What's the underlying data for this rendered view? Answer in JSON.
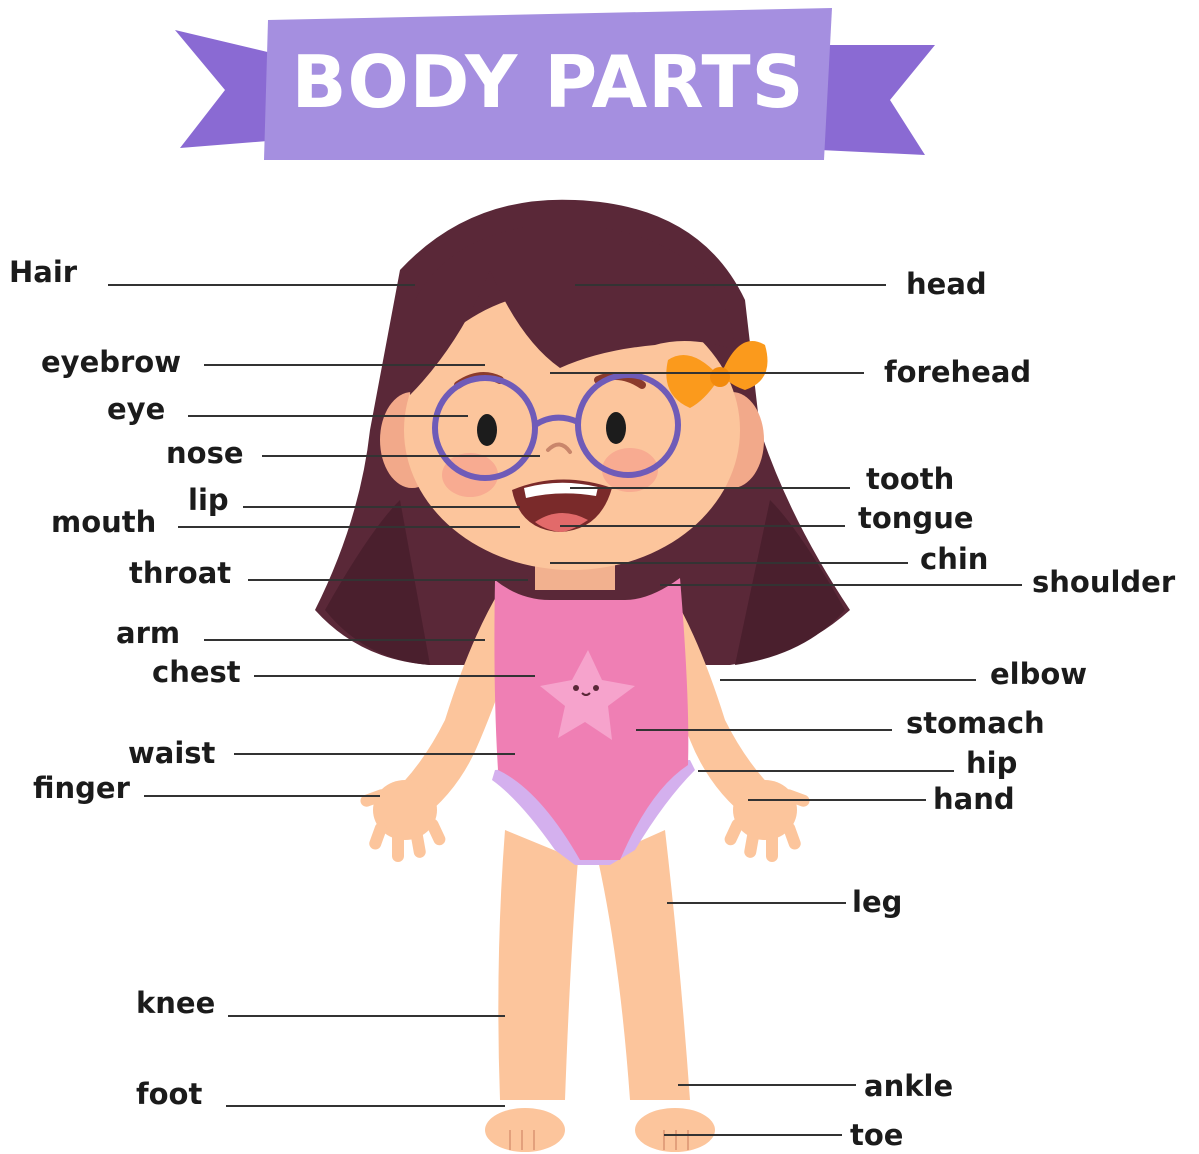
{
  "title": "BODY PARTS",
  "colors": {
    "banner": "#a58fe0",
    "ribbon": "#8a6ad3",
    "hair": "#5a2838",
    "skin": "#fcc59c",
    "swimsuit": "#ef7fb4",
    "star": "#f6a3cc",
    "bow": "#fb9a1c",
    "glasses": "#6f5bb8",
    "leader": "#333333"
  },
  "labels_left": {
    "hair": "Hair",
    "eyebrow": "eyebrow",
    "eye": "eye",
    "nose": "nose",
    "lip": "lip",
    "mouth": "mouth",
    "throat": "throat",
    "arm": "arm",
    "chest": "chest",
    "waist": "waist",
    "finger": "finger",
    "knee": "knee",
    "foot": "foot"
  },
  "labels_right": {
    "head": "head",
    "forehead": "forehead",
    "tooth": "tooth",
    "tongue": "tongue",
    "chin": "chin",
    "shoulder": "shoulder",
    "elbow": "elbow",
    "stomach": "stomach",
    "hip": "hip",
    "hand": "hand",
    "leg": "leg",
    "ankle": "ankle",
    "toe": "toe"
  }
}
